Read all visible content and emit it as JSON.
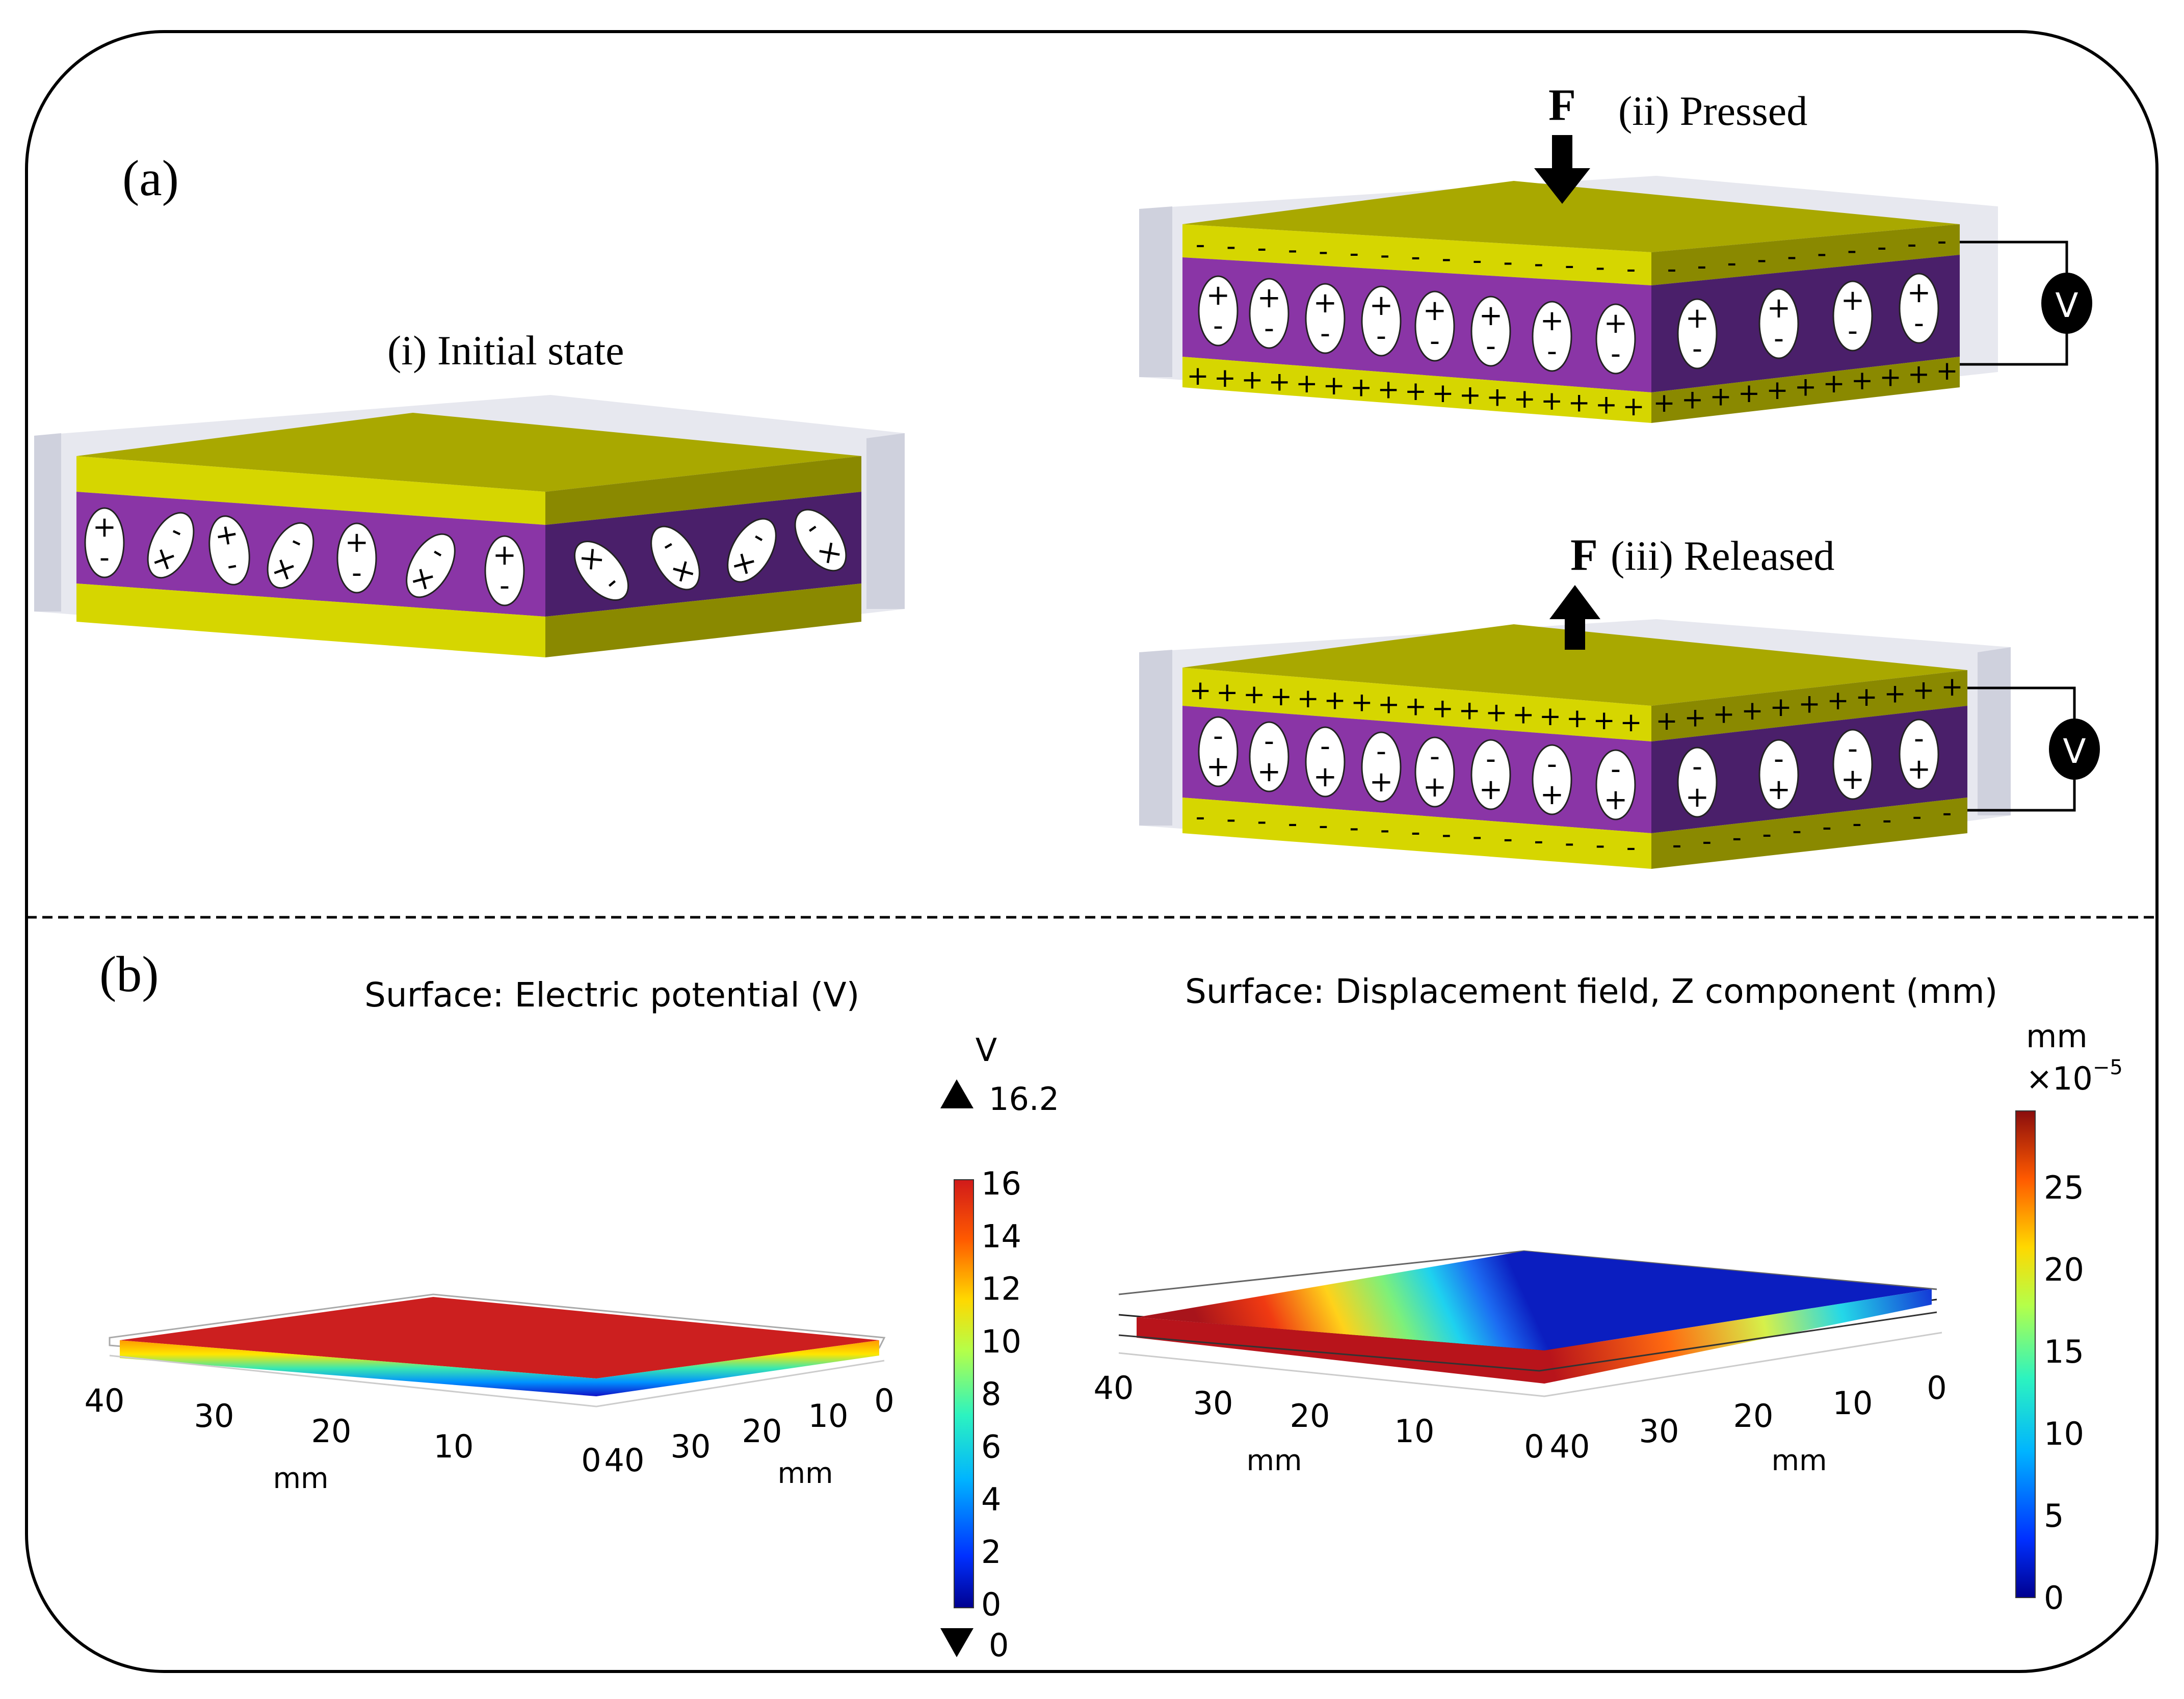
{
  "panel_a": {
    "label": "(a)",
    "states": [
      {
        "id": "initial",
        "title": "(i)  Initial state",
        "force_label": "",
        "force_direction": "none"
      },
      {
        "id": "pressed",
        "title": "(ii) Pressed",
        "force_label": "F",
        "force_direction": "down"
      },
      {
        "id": "released",
        "title": "(iii) Released",
        "force_label": "F",
        "force_direction": "up"
      }
    ],
    "voltmeter_label": "V",
    "charges": {
      "plus": "+",
      "minus": "-",
      "times": "×"
    }
  },
  "panel_b": {
    "label": "(b)",
    "left_plot": {
      "title": "Surface: Electric potential (V)",
      "unit": "V",
      "max_marker": "16.2",
      "min_marker": "0",
      "colorbar_ticks": [
        "16",
        "14",
        "12",
        "10",
        "8",
        "6",
        "4",
        "2",
        "0"
      ],
      "x_ticks": [
        "40",
        "30",
        "20",
        "10",
        "0"
      ],
      "y_ticks": [
        "40",
        "30",
        "20",
        "10",
        "0"
      ],
      "x_unit": "mm",
      "y_unit": "mm"
    },
    "right_plot": {
      "title": "Surface: Displacement field, Z component (mm)",
      "unit": "mm",
      "unit_scale": "×10",
      "unit_exponent": "−5",
      "colorbar_ticks": [
        "25",
        "20",
        "15",
        "10",
        "5",
        "0"
      ],
      "x_ticks": [
        "40",
        "30",
        "20",
        "10",
        "0"
      ],
      "y_ticks": [
        "40",
        "30",
        "20",
        "10",
        "0"
      ],
      "x_unit": "mm",
      "y_unit": "mm"
    }
  },
  "colors": {
    "electrode_top": "#a9a800",
    "electrode_front": "#d2d200",
    "electrode_side": "#8c8a00",
    "dielectric_front": "#8a35a6",
    "dielectric_side": "#4a1f6a",
    "potential_red": "#cc1f1f",
    "arrow": "#000000"
  }
}
